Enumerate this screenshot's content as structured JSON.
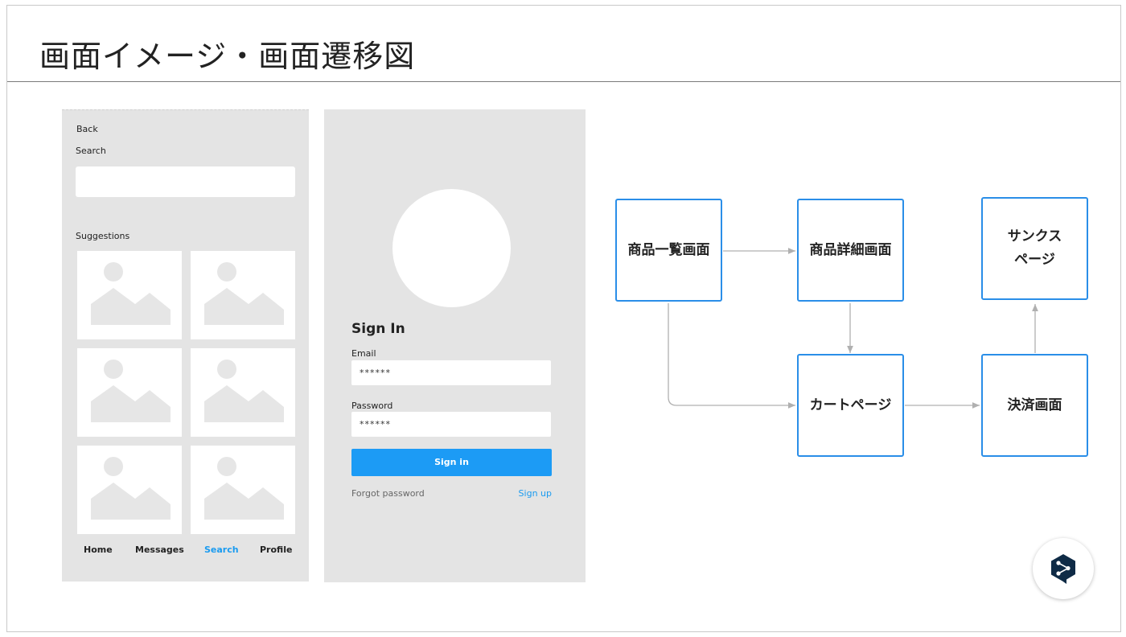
{
  "slide": {
    "title": "画面イメージ・画面遷移図"
  },
  "search_mock": {
    "back": "Back",
    "search_label": "Search",
    "suggestions_label": "Suggestions",
    "tabs": [
      "Home",
      "Messages",
      "Search",
      "Profile"
    ],
    "active_tab": "Search"
  },
  "signin_mock": {
    "title": "Sign In",
    "email_label": "Email",
    "email_value": "******",
    "password_label": "Password",
    "password_value": "******",
    "button": "Sign in",
    "forgot": "Forgot password",
    "signup": "Sign up"
  },
  "flow": {
    "nodes": [
      "商品一覧画面",
      "商品詳細画面",
      "サンクス\nページ",
      "カートページ",
      "決済画面"
    ],
    "edges": [
      [
        "商品一覧画面",
        "商品詳細画面"
      ],
      [
        "商品詳細画面",
        "カートページ"
      ],
      [
        "商品一覧画面",
        "カートページ"
      ],
      [
        "カートページ",
        "決済画面"
      ],
      [
        "決済画面",
        "サンクス\nページ"
      ]
    ]
  },
  "colors": {
    "accent": "#1c9bf5",
    "node_border": "#2a8ee8",
    "fab_icon": "#0f2b46"
  },
  "icons": {
    "fab": "deepl-logo-icon"
  }
}
